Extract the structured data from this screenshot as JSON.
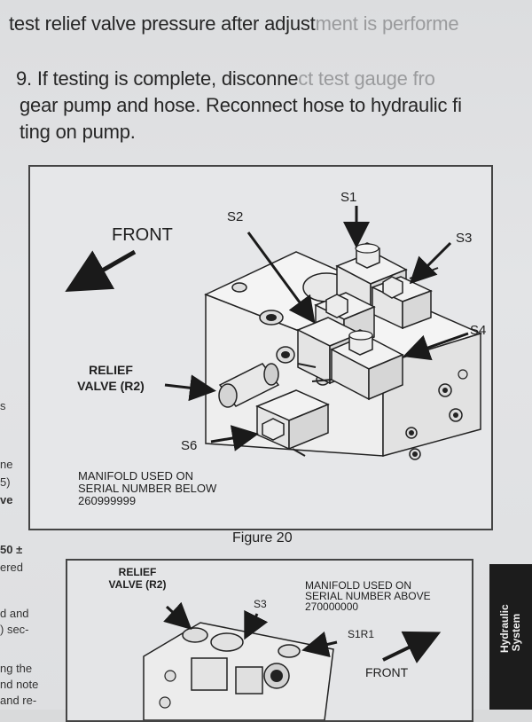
{
  "text": {
    "top_line_a": "test relief valve pressure after adjust",
    "top_line_b": "ment is performe",
    "step9_line1_a": "9.  If testing is complete, disconne",
    "step9_line1_b": "ct test gauge fro",
    "step9_line2": "gear pump and hose. Reconnect hose to hydraulic fi",
    "step9_line3": "ting on pump."
  },
  "margin": [
    "s",
    "ne",
    "5)",
    "ve",
    "50 ±",
    "ered",
    "d and",
    ") sec-",
    "ng the",
    "nd note",
    "and re-"
  ],
  "figure20": {
    "front": "FRONT",
    "s1": "S1",
    "s2": "S2",
    "s3": "S3",
    "s4": "S4",
    "s6": "S6",
    "relief_line1": "RELIEF",
    "relief_line2": "VALVE (R2)",
    "manifold_line1": "MANIFOLD USED ON",
    "manifold_line2": "SERIAL NUMBER BELOW",
    "manifold_line3": "260999999",
    "caption": "Figure 20"
  },
  "figure21": {
    "relief_line1": "RELIEF",
    "relief_line2": "VALVE (R2)",
    "s3": "S3",
    "manifold_line1": "MANIFOLD USED ON",
    "manifold_line2": "SERIAL NUMBER ABOVE",
    "manifold_line3": "270000000",
    "s1r1": "S1R1",
    "front": "FRONT"
  },
  "tab": {
    "line1": "Hydraulic",
    "line2": "System"
  }
}
